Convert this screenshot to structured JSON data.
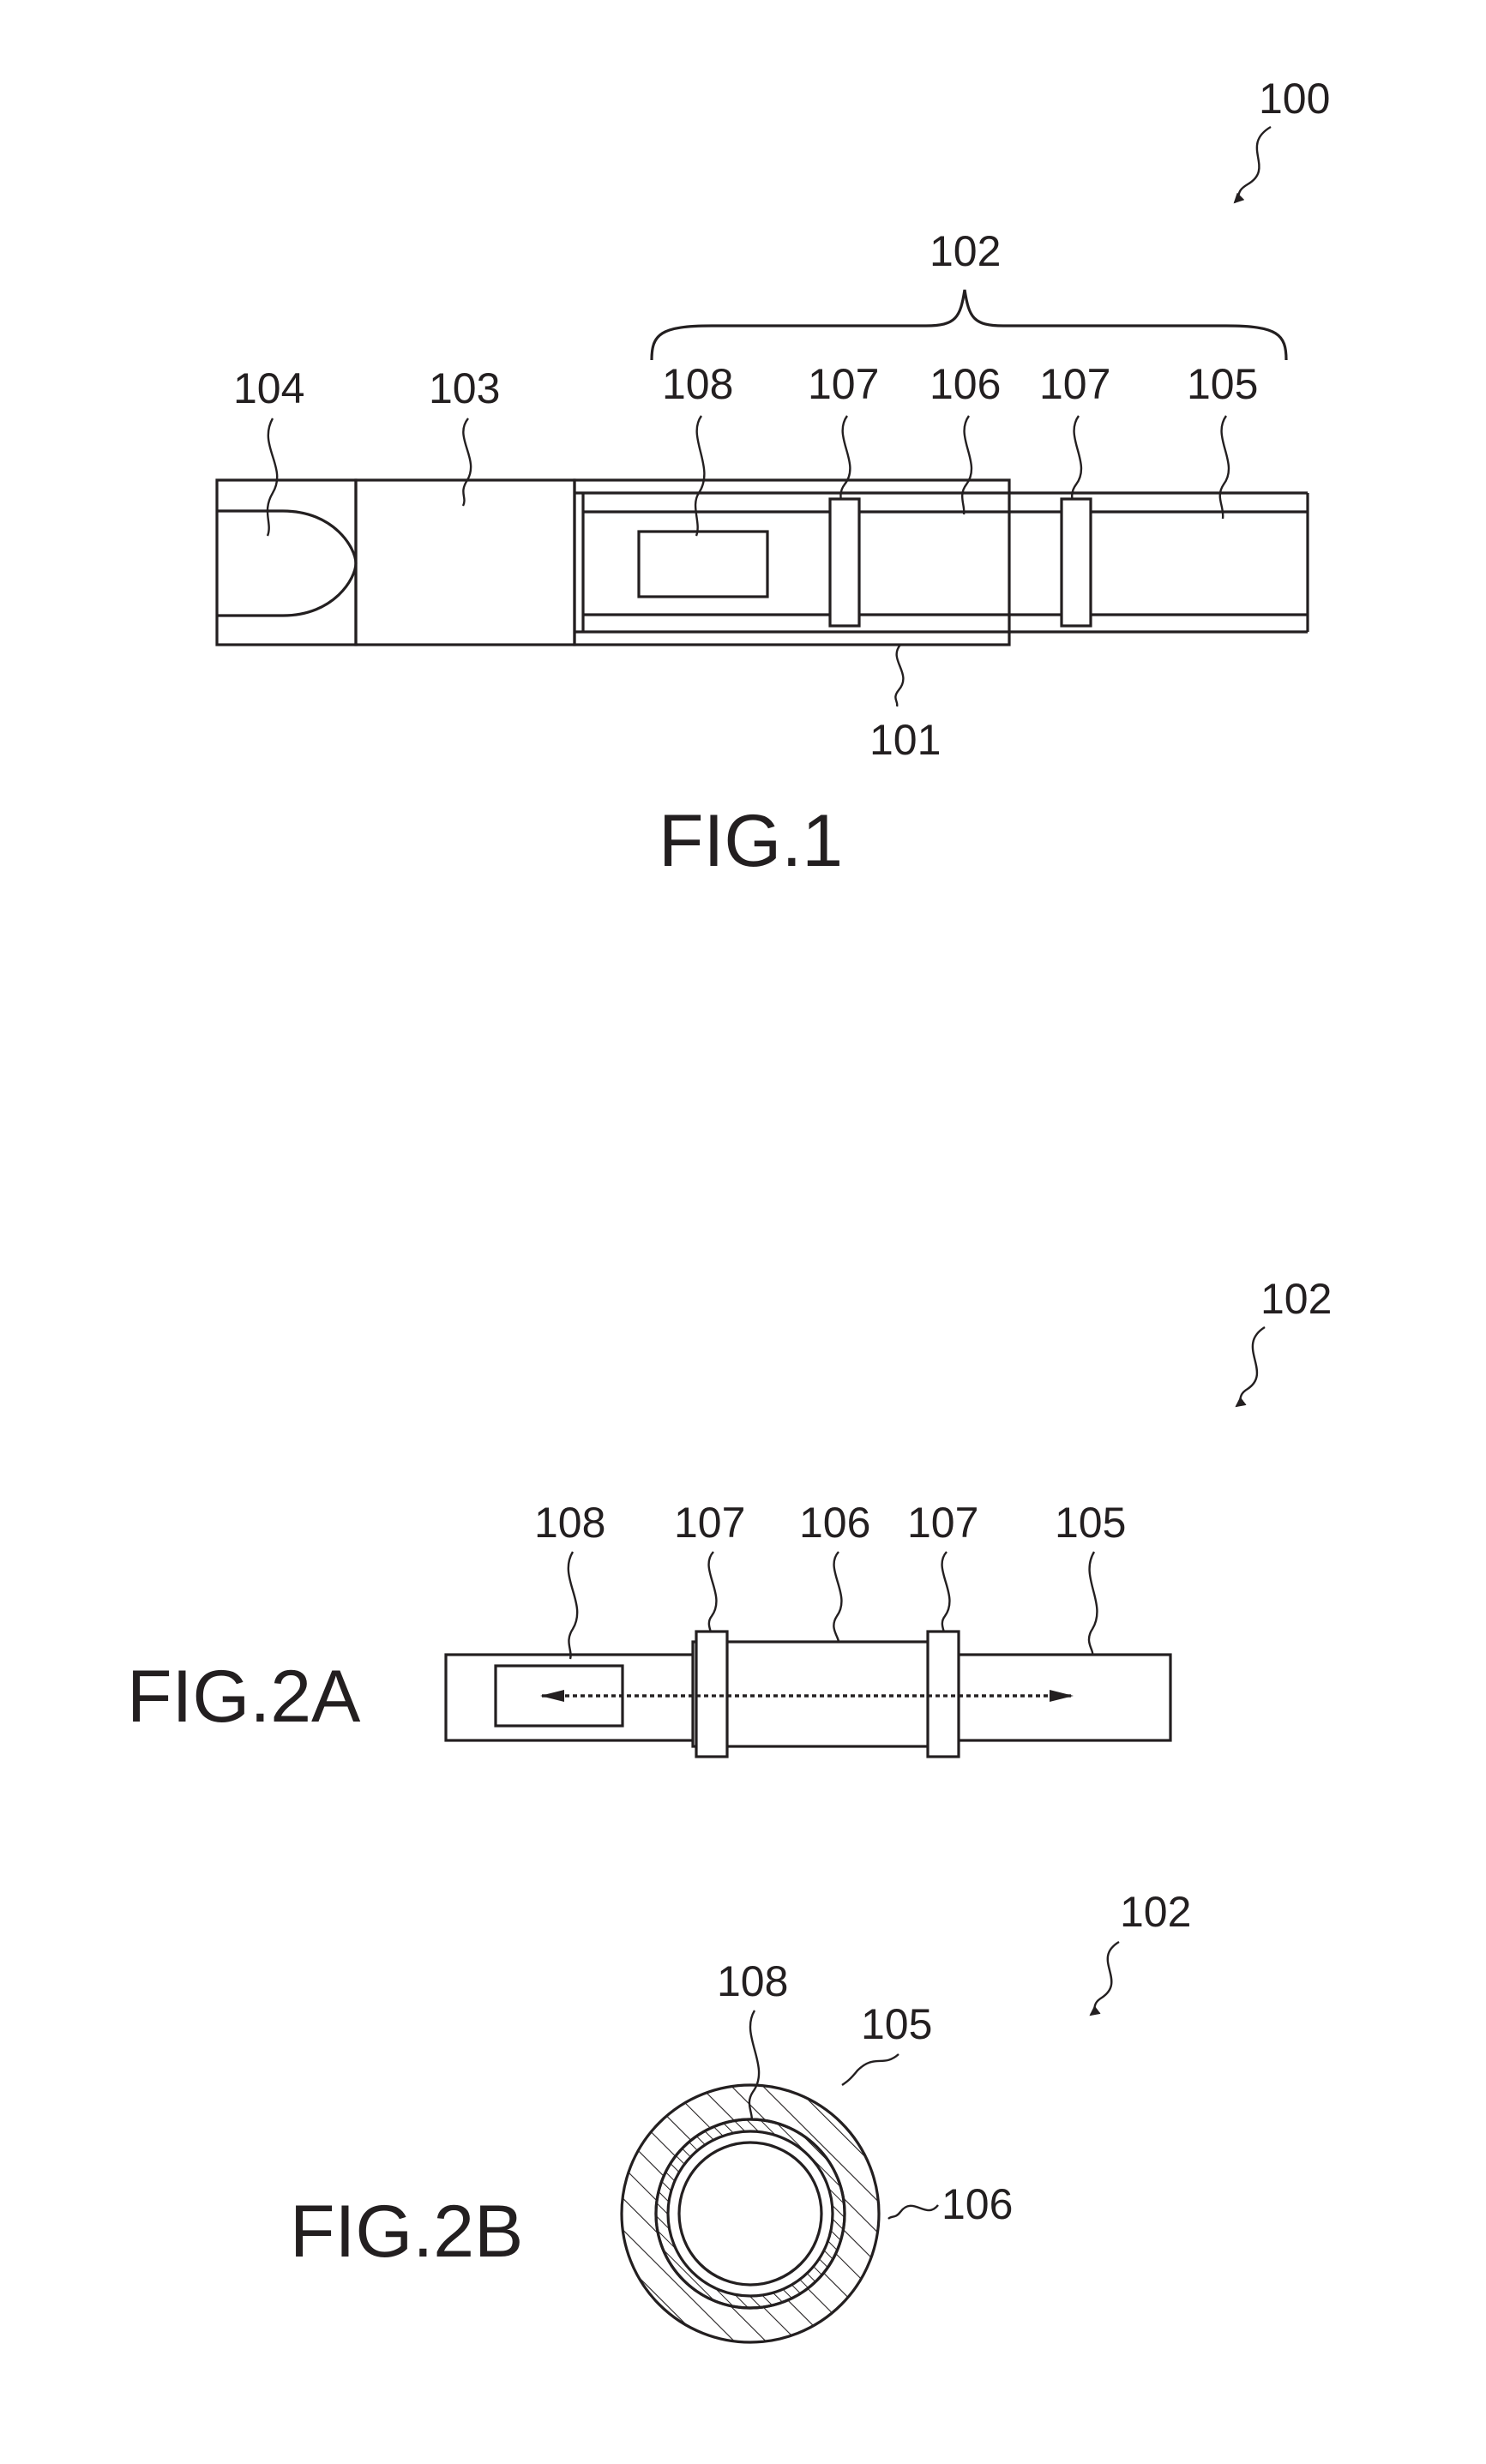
{
  "figures": {
    "fig1": {
      "caption": "FIG.1",
      "labels": {
        "r100": "100",
        "r102": "102",
        "r104": "104",
        "r103": "103",
        "r108": "108",
        "r107a": "107",
        "r106": "106",
        "r107b": "107",
        "r105": "105",
        "r101": "101"
      }
    },
    "fig2a": {
      "caption": "FIG.2A",
      "labels": {
        "r102": "102",
        "r108": "108",
        "r107a": "107",
        "r106": "106",
        "r107b": "107",
        "r105": "105"
      }
    },
    "fig2b": {
      "caption": "FIG.2B",
      "labels": {
        "r102": "102",
        "r108": "108",
        "r105": "105",
        "r106": "106"
      }
    }
  }
}
